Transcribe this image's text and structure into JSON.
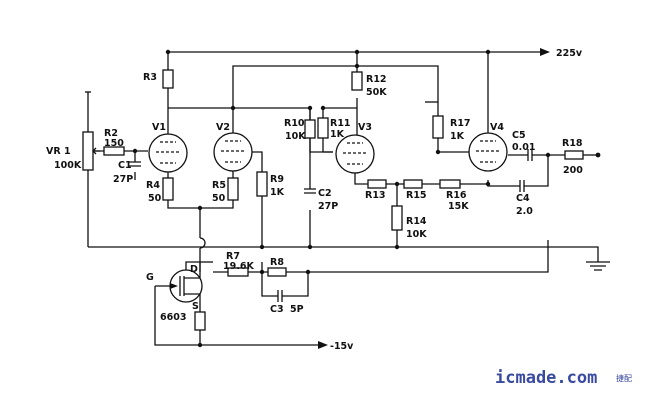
{
  "supply": {
    "positive": "225v",
    "negative": "-15v"
  },
  "tubes": {
    "v1": "V1",
    "v2": "V2",
    "v3": "V3",
    "v4": "V4"
  },
  "pot": {
    "name": "VR 1",
    "value": "100K"
  },
  "resistors": {
    "r2": {
      "name": "R2",
      "value": "150"
    },
    "r3": {
      "name": "R3"
    },
    "r4": {
      "name": "R4",
      "value": "50"
    },
    "r5": {
      "name": "R5",
      "value": "50"
    },
    "r7": {
      "name": "R7",
      "value": "19.6K"
    },
    "r8": {
      "name": "R8"
    },
    "r9": {
      "name": "R9",
      "value": "1K"
    },
    "r10": {
      "name": "R10",
      "value": "10K"
    },
    "r11": {
      "name": "R11",
      "value": "1K"
    },
    "r12": {
      "name": "R12",
      "value": "50K"
    },
    "r13": {
      "name": "R13"
    },
    "r14": {
      "name": "R14",
      "value": "10K"
    },
    "r15": {
      "name": "R15"
    },
    "r16": {
      "name": "R16",
      "value": "15K"
    },
    "r17": {
      "name": "R17",
      "value": "1K"
    },
    "r18": {
      "name": "R18",
      "value": "200"
    }
  },
  "capacitors": {
    "c1": {
      "name": "C1",
      "value": "27P"
    },
    "c2": {
      "name": "C2",
      "value": "27P"
    },
    "c3": {
      "name": "C3",
      "value": "5P"
    },
    "c4": {
      "name": "C4",
      "value": "2.0"
    },
    "c5": {
      "name": "C5",
      "value": "0.01"
    }
  },
  "fet": {
    "part": "6603",
    "g": "G",
    "d": "D",
    "s": "S"
  },
  "watermark": {
    "main": "icmade.com",
    "sub": "捷配"
  }
}
